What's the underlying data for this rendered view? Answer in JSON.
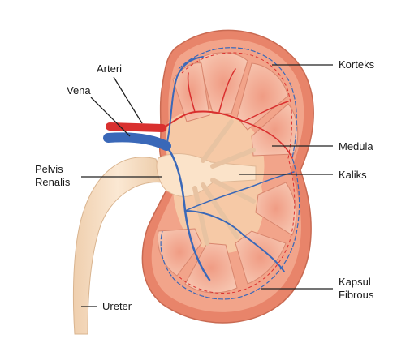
{
  "labels": {
    "arteri": "Arteri",
    "vena": "Vena",
    "pelvis_line1": "Pelvis",
    "pelvis_line2": "Renalis",
    "korteks": "Korteks",
    "medula": "Medula",
    "kaliks": "Kaliks",
    "kapsul_line1": "Kapsul",
    "kapsul_line2": "Fibrous",
    "ureter": "Ureter"
  },
  "colors": {
    "capsule": "#e8846a",
    "cortex": "#f2a48a",
    "pyramid": "#f7c3ad",
    "pelvis": "#f7dfc3",
    "ureter": "#f3d6b8",
    "artery": "#d9302f",
    "vein": "#3a68b8"
  }
}
